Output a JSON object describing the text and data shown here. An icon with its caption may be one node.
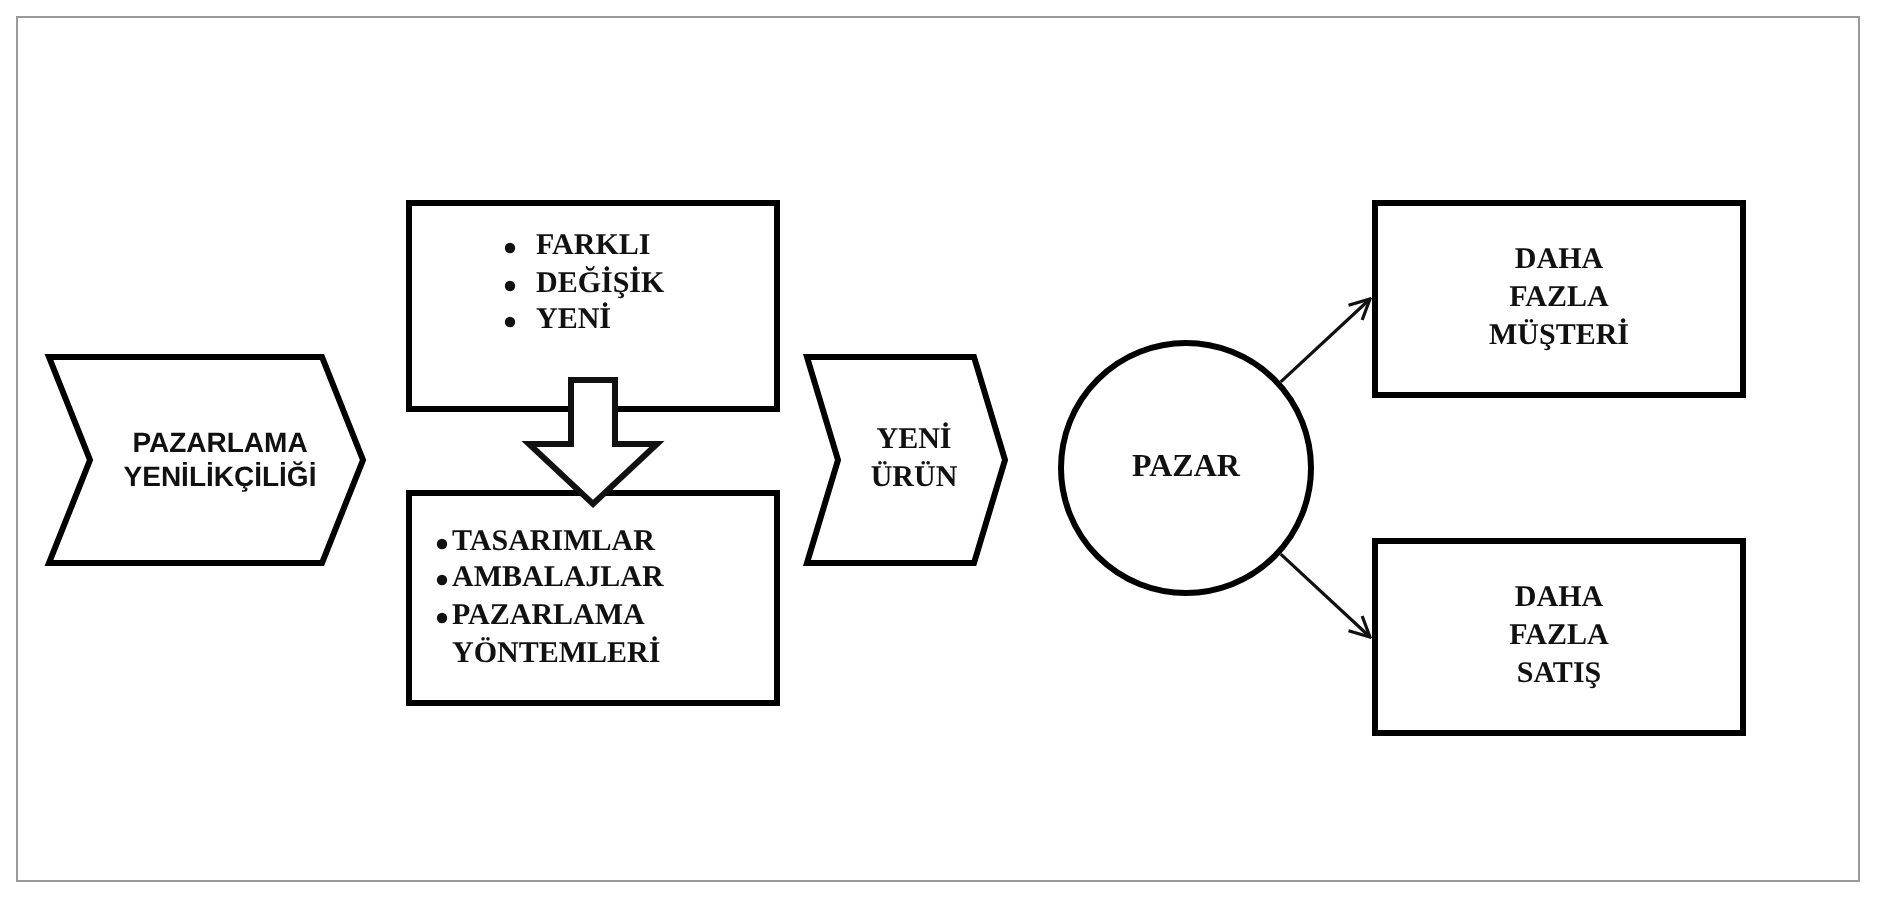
{
  "diagram": {
    "nodes": [
      {
        "text": [
          "PAZARLAMA YENİLİKÇİLİĞİ"
        ]
      },
      {
        "text": [
          "FARKLI",
          "DEĞİŞİK",
          "YENİ"
        ]
      },
      {
        "text": [
          "TASARIMLAR",
          "AMBALAJLAR",
          "PAZARLAMA YÖNTEMLERİ"
        ]
      },
      {
        "text": [
          "YENİ ÜRÜN"
        ]
      },
      {
        "text": [
          "PAZAR"
        ]
      },
      {
        "text": [
          "DAHA FAZLA MÜŞTERİ"
        ]
      },
      {
        "text": [
          "DAHA FAZLA SATIŞ"
        ]
      }
    ],
    "edges": [
      {
        "from": 1,
        "to": 2,
        "arrow": "to",
        "style": "thick"
      },
      {
        "from": 4,
        "to": 5,
        "arrow": "to"
      },
      {
        "from": 4,
        "to": 6,
        "arrow": "to"
      }
    ]
  }
}
